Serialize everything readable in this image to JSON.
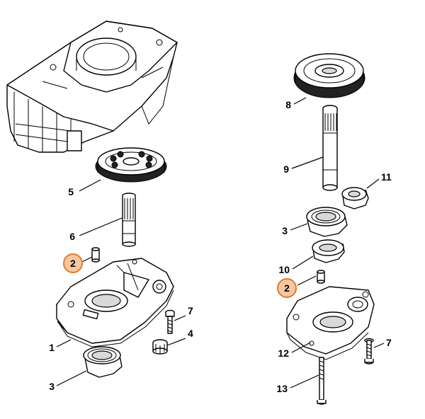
{
  "callouts": {
    "left_2": "2",
    "left_5": "5",
    "left_6": "6",
    "left_7": "7",
    "left_4": "4",
    "left_1": "1",
    "left_3": "3",
    "right_8": "8",
    "right_9": "9",
    "right_11": "11",
    "right_3": "3",
    "right_10": "10",
    "right_2": "2",
    "right_7": "7",
    "right_12": "12",
    "right_13": "13"
  },
  "colors": {
    "highlight_fill": "#f6c7a1",
    "highlight_stroke": "#e07b2c",
    "line": "#000000"
  }
}
